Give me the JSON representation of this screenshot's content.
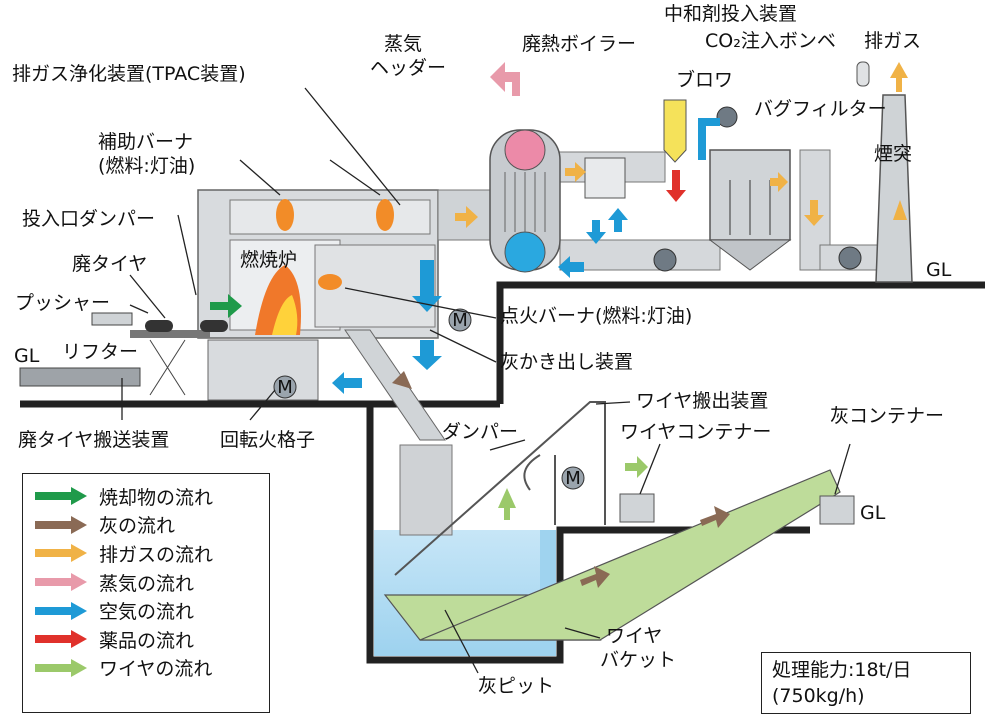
{
  "labels": {
    "exhaust_purifier": "排ガス浄化装置(TPAC装置)",
    "aux_burner_1": "補助バーナ",
    "aux_burner_2": "(燃料:灯油)",
    "damper_in": "投入口ダンパー",
    "waste_tire": "廃タイヤ",
    "pusher": "プッシャー",
    "gl_left": "GL",
    "lifter": "リフター",
    "tire_conveyor": "廃タイヤ搬送装置",
    "rotary_grate": "回転火格子",
    "furnace": "燃焼炉",
    "steam_header_1": "蒸気",
    "steam_header_2": "ヘッダー",
    "waste_heat_boiler": "廃熱ボイラー",
    "neutralizer": "中和剤投入装置",
    "co2_cylinder": "CO₂注入ボンベ",
    "blower": "ブロワ",
    "exhaust_gas": "排ガス",
    "bag_filter": "バグフィルター",
    "chimney": "煙突",
    "gl_right": "GL",
    "ignition_burner": "点火バーナ(燃料:灯油)",
    "ash_remover": "灰かき出し装置",
    "wire_out": "ワイヤ搬出装置",
    "damper": "ダンパー",
    "wire_container": "ワイヤコンテナー",
    "ash_container": "灰コンテナー",
    "gl_bottom": "GL",
    "wire_bucket_1": "ワイヤ",
    "wire_bucket_2": "バケット",
    "ash_pit": "灰ピット",
    "motor": "M"
  },
  "legend": [
    {
      "label": "焼却物の流れ",
      "color": "#1f9a4a"
    },
    {
      "label": "灰の流れ",
      "color": "#8a6a55"
    },
    {
      "label": "排ガスの流れ",
      "color": "#f0b246"
    },
    {
      "label": "蒸気の流れ",
      "color": "#e89aaa"
    },
    {
      "label": "空気の流れ",
      "color": "#1e9ad6"
    },
    {
      "label": "薬品の流れ",
      "color": "#e0312b"
    },
    {
      "label": "ワイヤの流れ",
      "color": "#9bc96a"
    }
  ],
  "capacity": {
    "line1": "処理能力:18t/日",
    "line2": "(750kg/h)"
  }
}
